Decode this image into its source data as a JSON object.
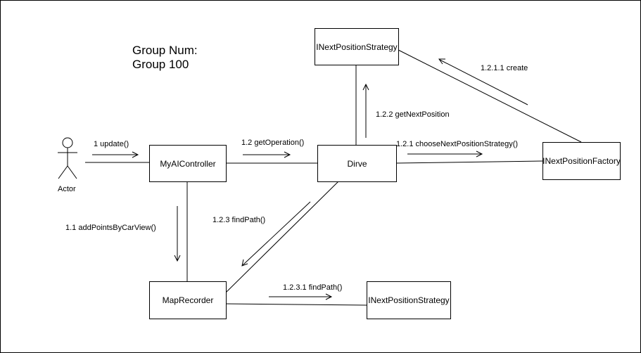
{
  "group": {
    "line1": "Group Num:",
    "line2": "Group 100"
  },
  "actor": {
    "label": "Actor"
  },
  "objects": {
    "strategy_top": "INextPositionStrategy",
    "controller": "MyAIController",
    "drive": "Dirve",
    "factory": "INextPositionFactory",
    "recorder": "MapRecorder",
    "strategy_bottom": "INextPositionStrategy"
  },
  "messages": {
    "update": "1 update()",
    "get_operation": "1.2 getOperation()",
    "choose_strategy": "1.2.1 chooseNextPositionStrategy()",
    "get_next_position": "1.2.2 getNextPosition",
    "create": "1.2.1.1 create",
    "add_points": "1.1 addPointsByCarView()",
    "find_path": "1.2.3 findPath()",
    "find_path_inner": "1.2.3.1 findPath()"
  }
}
